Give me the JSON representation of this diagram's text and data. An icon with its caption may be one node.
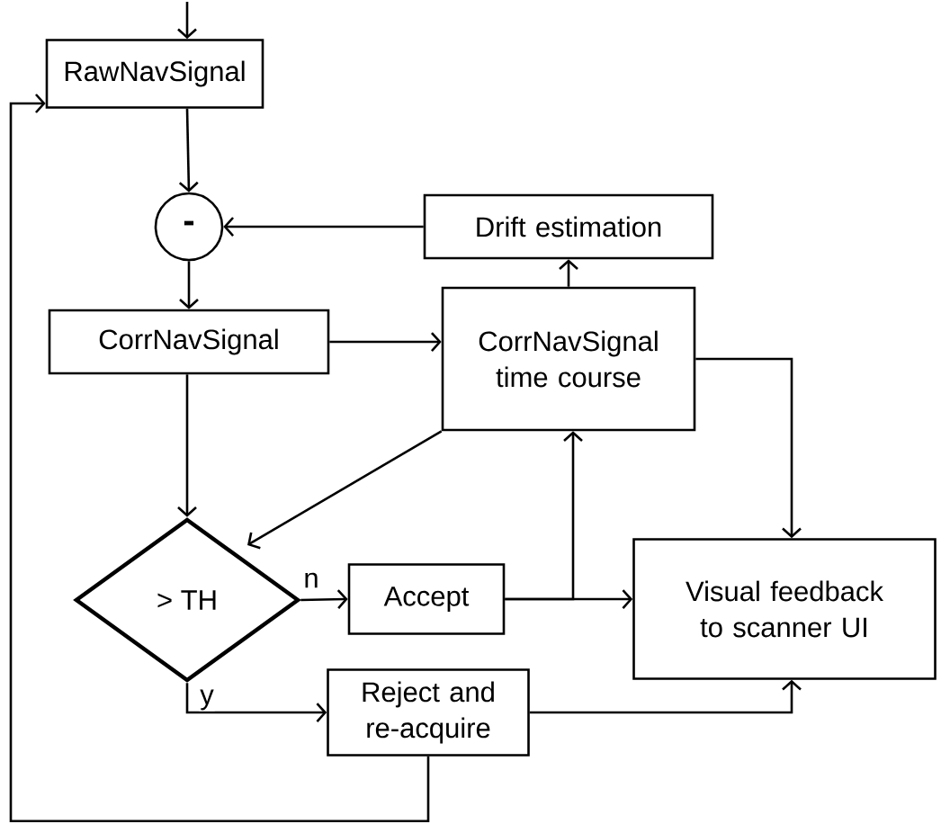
{
  "diagram": {
    "nodes": [
      {
        "text": [
          "RawNavSignal"
        ]
      },
      {
        "text": [
          "-"
        ]
      },
      {
        "text": [
          "Drift estimation"
        ]
      },
      {
        "text": [
          "CorrNavSignal"
        ]
      },
      {
        "text": [
          "CorrNavSignal time course"
        ]
      },
      {
        "text": [
          "> TH"
        ]
      },
      {
        "text": [
          "Accept"
        ]
      },
      {
        "text": [
          "Visual feedback to scanner UI"
        ]
      },
      {
        "text": [
          "Reject and re-acquire"
        ]
      }
    ],
    "edges": [
      {
        "from": null,
        "to": 0,
        "arrow": "to"
      },
      {
        "from": 0,
        "to": 1,
        "arrow": "to"
      },
      {
        "from": 2,
        "to": 1,
        "arrow": "to"
      },
      {
        "from": 1,
        "to": 3,
        "arrow": "to"
      },
      {
        "from": 3,
        "to": 4,
        "arrow": "to"
      },
      {
        "from": 4,
        "to": 2,
        "arrow": "to"
      },
      {
        "from": 3,
        "to": 5,
        "arrow": "to"
      },
      {
        "from": 4,
        "to": 5,
        "arrow": "to"
      },
      {
        "from": 5,
        "to": 6,
        "arrow": "to",
        "label": "n"
      },
      {
        "from": 5,
        "to": 8,
        "arrow": "to",
        "label": "y"
      },
      {
        "from": 6,
        "to": 7,
        "arrow": "to"
      },
      {
        "from": 6,
        "to": 4,
        "arrow": "to"
      },
      {
        "from": 4,
        "to": 7,
        "arrow": "to"
      },
      {
        "from": 8,
        "to": 7,
        "arrow": "to"
      },
      {
        "from": 8,
        "to": 0,
        "arrow": "to"
      }
    ]
  }
}
